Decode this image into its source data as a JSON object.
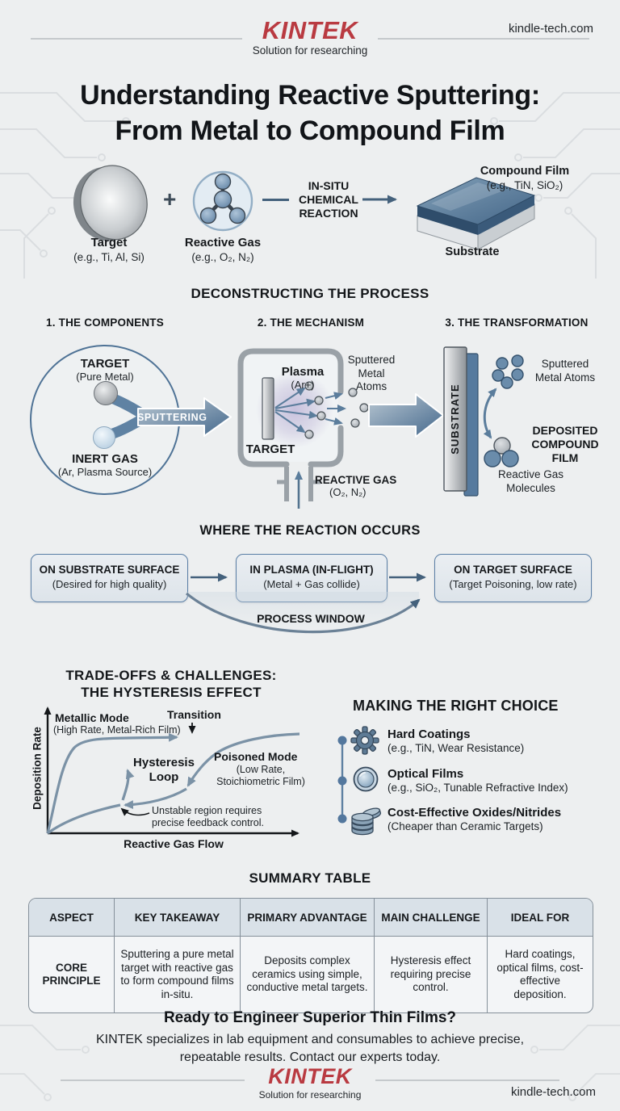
{
  "site": {
    "url": "kindle-tech.com"
  },
  "brand": {
    "name": "KINTEK",
    "tagline": "Solution for researching",
    "color": "#b93a41"
  },
  "title": {
    "line1": "Understanding Reactive Sputtering:",
    "line2": "From Metal to Compound Film"
  },
  "overview": {
    "target_label": "Target",
    "target_sub": "(e.g., Ti, Al, Si)",
    "plus": "+",
    "gas_label": "Reactive Gas",
    "gas_sub": "(e.g., O₂, N₂)",
    "reaction_lines": [
      "IN-SITU",
      "CHEMICAL",
      "REACTION"
    ],
    "film_label": "Compound Film",
    "film_sub": "(e.g., TiN, SiO₂)",
    "substrate_label": "Substrate"
  },
  "process": {
    "heading": "DECONSTRUCTING THE PROCESS",
    "step1": {
      "title": "1. THE COMPONENTS",
      "target": "TARGET",
      "target_sub": "(Pure Metal)",
      "gas": "INERT GAS",
      "gas_sub": "(Ar, Plasma Source)",
      "arrow_label": "SPUTTERING"
    },
    "step2": {
      "title": "2. THE MECHANISM",
      "plasma": "Plasma",
      "plasma_sub": "(Ar+)",
      "target": "TARGET",
      "sputtered_lines": [
        "Sputtered",
        "Metal",
        "Atoms"
      ],
      "gas": "REACTIVE GAS",
      "gas_sub": "(O₂, N₂)"
    },
    "step3": {
      "title": "3. THE TRANSFORMATION",
      "substrate": "SUBSTRATE",
      "sputtered_lines": [
        "Sputtered",
        "Metal Atoms"
      ],
      "deposited_lines": [
        "DEPOSITED",
        "COMPOUND",
        "FILM"
      ],
      "molecules_lines": [
        "Reactive Gas",
        "Molecules"
      ]
    }
  },
  "where": {
    "heading": "WHERE THE REACTION OCCURS",
    "boxes": [
      {
        "title": "ON SUBSTRATE SURFACE",
        "sub": "(Desired for high quality)"
      },
      {
        "title": "IN PLASMA (IN-FLIGHT)",
        "sub": "(Metal + Gas collide)"
      },
      {
        "title": "ON TARGET SURFACE",
        "sub": "(Target Poisoning, low rate)"
      }
    ],
    "window_label": "PROCESS WINDOW"
  },
  "hysteresis": {
    "title_lines": [
      "TRADE-OFFS & CHALLENGES:",
      "THE HYSTERESIS EFFECT"
    ],
    "ylabel": "Deposition Rate",
    "xlabel": "Reactive Gas Flow",
    "metallic": "Metallic Mode",
    "metallic_sub": "(High Rate, Metal-Rich Film)",
    "transition": "Transition",
    "loop_lines": [
      "Hysteresis",
      "Loop"
    ],
    "poisoned": "Poisoned Mode",
    "poisoned_sub_lines": [
      "(Low Rate,",
      "Stoichiometric Film)"
    ],
    "unstable_lines": [
      "Unstable region requires",
      "precise feedback control."
    ]
  },
  "choices": {
    "heading": "MAKING THE RIGHT CHOICE",
    "items": [
      {
        "icon": "gear-icon",
        "title": "Hard Coatings",
        "sub": "(e.g., TiN, Wear Resistance)"
      },
      {
        "icon": "lens-icon",
        "title": "Optical Films",
        "sub": "(e.g., SiO₂, Tunable Refractive Index)"
      },
      {
        "icon": "coins-icon",
        "title": "Cost-Effective Oxides/Nitrides",
        "sub": "(Cheaper than Ceramic Targets)"
      }
    ]
  },
  "summary": {
    "heading": "SUMMARY TABLE",
    "headers": [
      "ASPECT",
      "KEY TAKEAWAY",
      "PRIMARY ADVANTAGE",
      "MAIN CHALLENGE",
      "IDEAL FOR"
    ],
    "row": {
      "aspect": "CORE PRINCIPLE",
      "takeaway": "Sputtering a pure metal target with reactive gas to form compound films in-situ.",
      "advantage": "Deposits complex ceramics using simple, conductive metal targets.",
      "challenge": "Hysteresis effect requiring precise control.",
      "ideal": "Hard coatings, optical films, cost-effective deposition."
    }
  },
  "cta": {
    "title": "Ready to Engineer Superior Thin Films?",
    "lines": [
      "KINTEK specializes in lab equipment and consumables to achieve precise,",
      "repeatable results. Contact our experts today."
    ]
  },
  "colors": {
    "brand_red": "#b93a41",
    "steel_blue": "#53779d",
    "curve_blue": "#7b92a6"
  },
  "chart_data": {
    "type": "line",
    "title": "TRADE-OFFS & CHALLENGES: THE HYSTERESIS EFFECT",
    "xlabel": "Reactive Gas Flow",
    "ylabel": "Deposition Rate",
    "axes_numeric": false,
    "xlim": [
      0,
      100
    ],
    "ylim": [
      0,
      100
    ],
    "grid": false,
    "series": [
      {
        "name": "Metallic mode branch (increasing flow)",
        "x": [
          0,
          8,
          15,
          22,
          35,
          55
        ],
        "y": [
          0,
          45,
          72,
          82,
          85,
          86
        ]
      },
      {
        "name": "Poisoned mode branch (upper curve descending)",
        "x": [
          100,
          85,
          72,
          64,
          58
        ],
        "y": [
          90,
          87,
          75,
          55,
          40
        ]
      },
      {
        "name": "Lower return branch (decreasing flow)",
        "x": [
          58,
          45,
          35,
          28
        ],
        "y": [
          40,
          28,
          25,
          24
        ]
      },
      {
        "name": "Base rise from origin",
        "x": [
          0,
          10,
          20,
          28
        ],
        "y": [
          0,
          11,
          19,
          24
        ]
      }
    ],
    "annotations": [
      "Transition",
      "Hysteresis Loop",
      "Metallic Mode (High Rate, Metal-Rich Film)",
      "Poisoned Mode (Low Rate, Stoichiometric Film)",
      "Unstable region requires precise feedback control."
    ],
    "legend_position": "none"
  }
}
